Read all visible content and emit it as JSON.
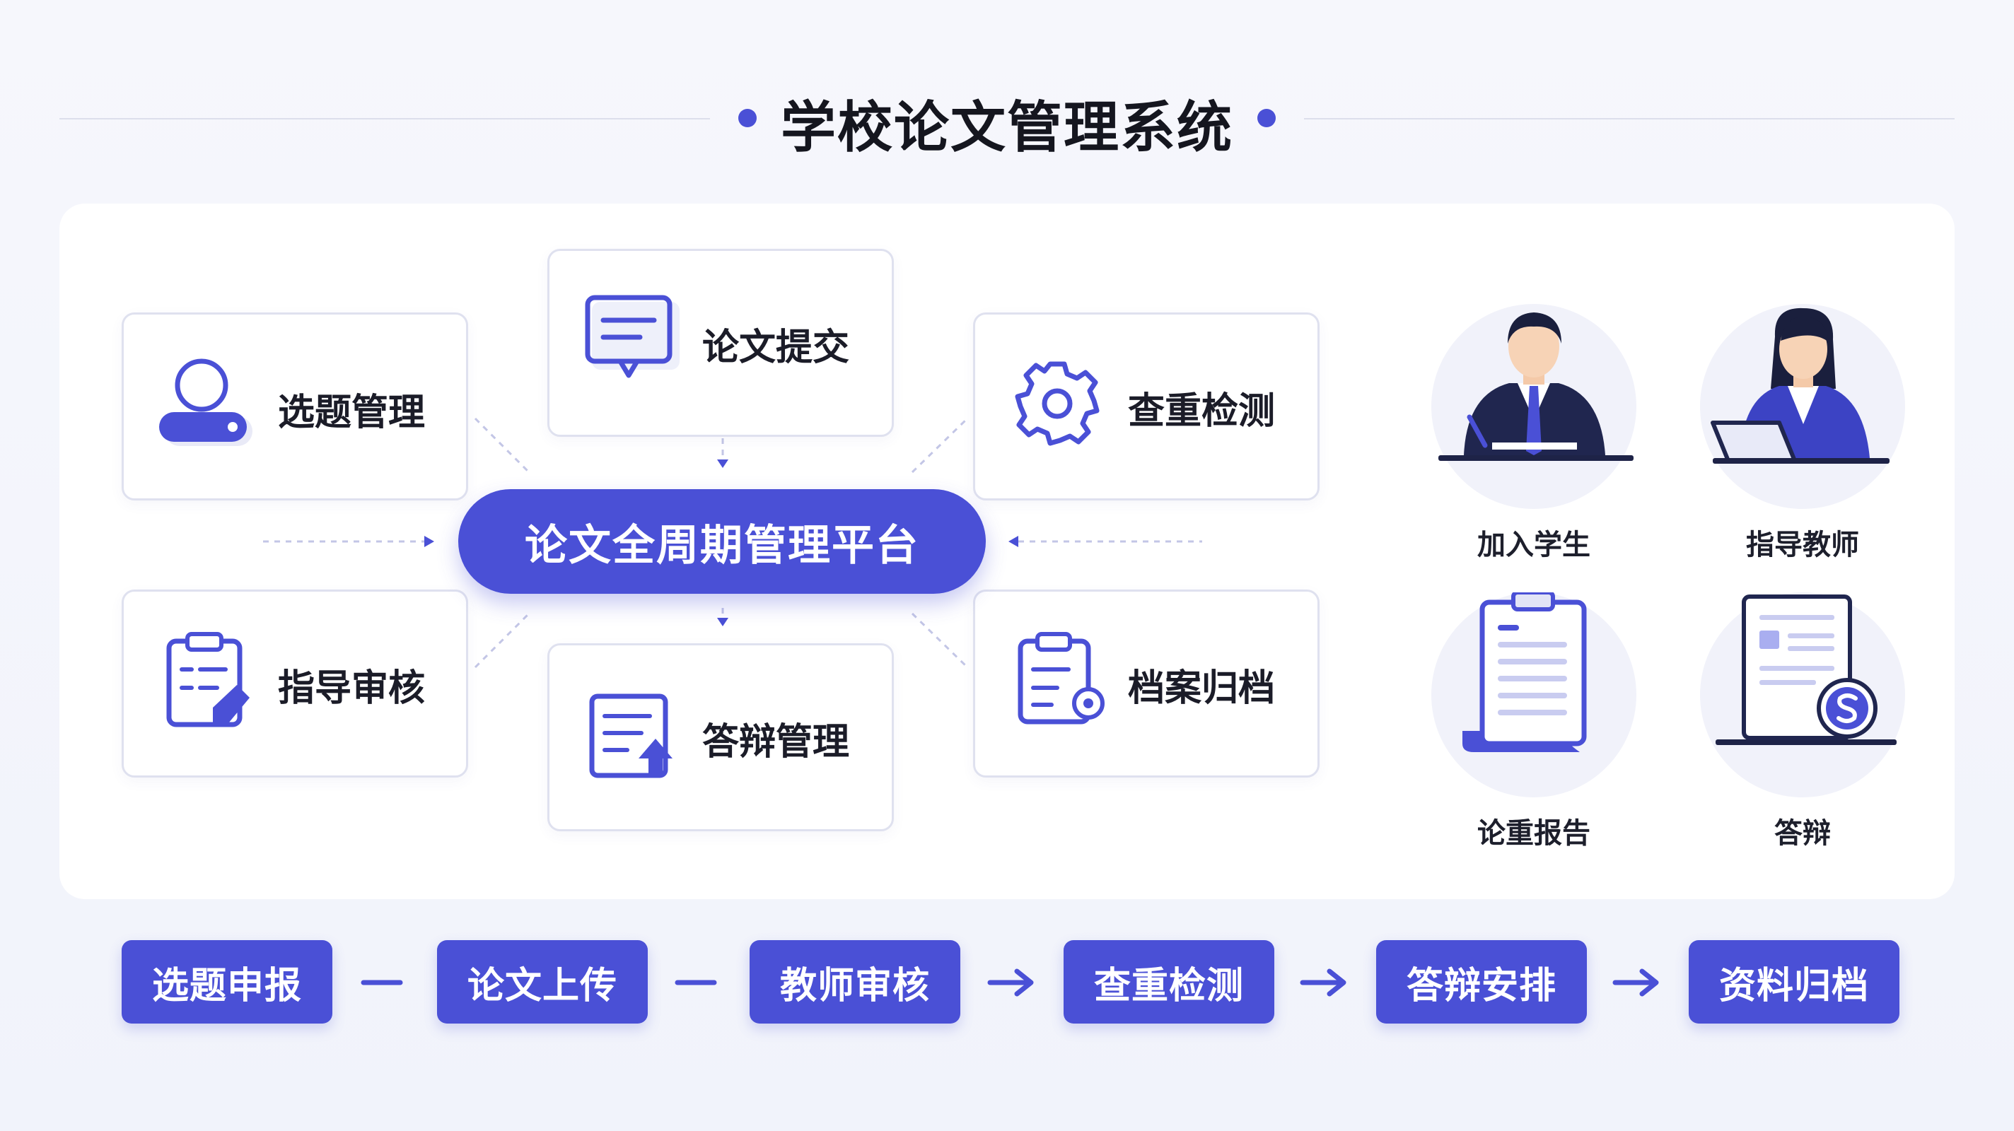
{
  "header": {
    "title": "学校论文管理系统"
  },
  "hub": {
    "label": "论文全周期管理平台"
  },
  "modules": {
    "topic_mgmt": "选题管理",
    "paper_submit": "论文提交",
    "plagiarism_check": "查重检测",
    "guidance_review": "指导审核",
    "defense_mgmt": "答辩管理",
    "archive": "档案归档"
  },
  "roles": [
    {
      "label": "加入学生",
      "icon": "student-icon"
    },
    {
      "label": "指导教师",
      "icon": "teacher-icon"
    },
    {
      "label": "论重报告",
      "icon": "report-icon"
    },
    {
      "label": "答辩",
      "icon": "defense-icon"
    }
  ],
  "flow": [
    "选题申报",
    "论文上传",
    "教师审核",
    "查重检测",
    "答辩安排",
    "资料归档"
  ],
  "connectors": [
    "dash",
    "dash",
    "arrow",
    "arrow",
    "arrow"
  ],
  "colors": {
    "accent": "#4a50d6",
    "accent_light": "#a9aef0",
    "card_border": "#dfe1ef"
  }
}
